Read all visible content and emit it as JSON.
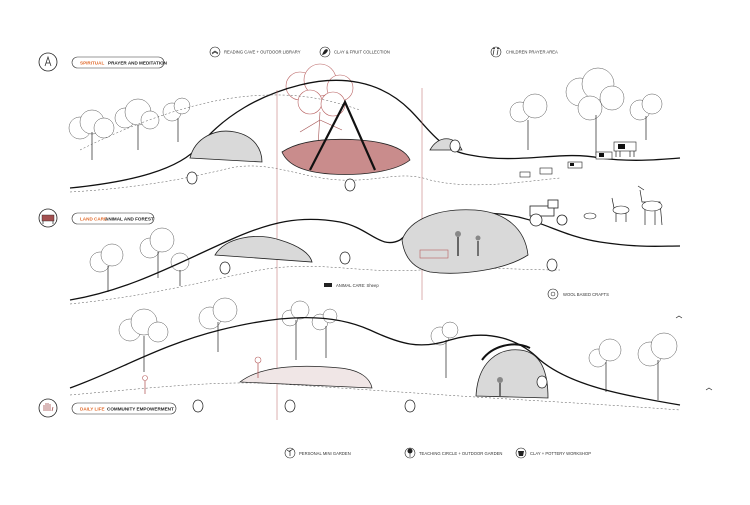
{
  "layers": [
    {
      "category": "SPIRITUAL",
      "title": "PRAYER AND MEDITATION",
      "icon": "praying-figure-icon",
      "features": [
        {
          "label": "READING CAVE + OUTDOOR LIBRARY",
          "icon": "book-icon"
        },
        {
          "label": "CLAY & FRUIT COLLECTION",
          "icon": "leaf-icon"
        },
        {
          "label": "CHILDREN PRAYER AREA",
          "icon": "children-icon"
        }
      ]
    },
    {
      "category": "LAND CARE",
      "title": "ANIMAL AND FOREST",
      "icon": "cow-icon",
      "features": [
        {
          "label": "ANIMAL CARE: Sheep",
          "icon": "sheep-icon"
        },
        {
          "label": "WOOL BASED CRAFTS",
          "icon": "yarn-icon"
        }
      ]
    },
    {
      "category": "DAILY LIFE",
      "title": "COMMUNITY EMPOWERMENT",
      "icon": "hand-icon",
      "features": [
        {
          "label": "PERSONAL MINI GARDEN",
          "icon": "plant-icon"
        },
        {
          "label": "TEACHING CIRCLE + OUTDOOR GARDEN",
          "icon": "tree-icon"
        },
        {
          "label": "CLAY + POTTERY WORKSHOP",
          "icon": "pot-icon"
        }
      ]
    }
  ],
  "colors": {
    "accent": "#e06a2b",
    "line": "#111111",
    "highlight": "#b86060",
    "cave_fill": "#d9d9d9"
  }
}
